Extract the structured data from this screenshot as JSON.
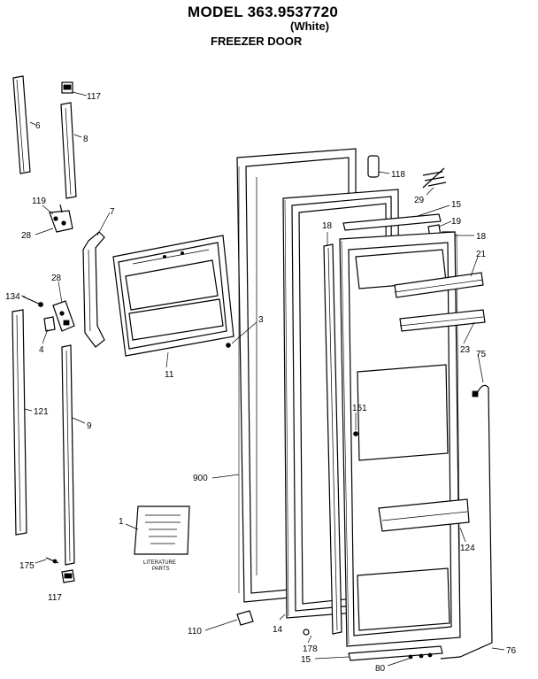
{
  "header": {
    "model": "MODEL 363.9537720",
    "color": "(White)",
    "section": "FREEZER DOOR"
  },
  "callouts": [
    {
      "id": "c6",
      "text": "6"
    },
    {
      "id": "c117a",
      "text": "117"
    },
    {
      "id": "c8",
      "text": "8"
    },
    {
      "id": "c119",
      "text": "119"
    },
    {
      "id": "c28a",
      "text": "28"
    },
    {
      "id": "c7",
      "text": "7"
    },
    {
      "id": "c134",
      "text": "134"
    },
    {
      "id": "c28b",
      "text": "28"
    },
    {
      "id": "c4",
      "text": "4"
    },
    {
      "id": "c121",
      "text": "121"
    },
    {
      "id": "c9",
      "text": "9"
    },
    {
      "id": "c11",
      "text": "11"
    },
    {
      "id": "c3",
      "text": "3"
    },
    {
      "id": "c118",
      "text": "118"
    },
    {
      "id": "c29",
      "text": "29"
    },
    {
      "id": "c15a",
      "text": "15"
    },
    {
      "id": "c19",
      "text": "19"
    },
    {
      "id": "c18a",
      "text": "18"
    },
    {
      "id": "c18b",
      "text": "18"
    },
    {
      "id": "c21",
      "text": "21"
    },
    {
      "id": "c23",
      "text": "23"
    },
    {
      "id": "c75",
      "text": "75"
    },
    {
      "id": "c151",
      "text": "151"
    },
    {
      "id": "c900",
      "text": "900"
    },
    {
      "id": "c1",
      "text": "1"
    },
    {
      "id": "c124",
      "text": "124"
    },
    {
      "id": "c175",
      "text": "175"
    },
    {
      "id": "c117b",
      "text": "117"
    },
    {
      "id": "c110",
      "text": "110"
    },
    {
      "id": "c14",
      "text": "14"
    },
    {
      "id": "c178",
      "text": "178"
    },
    {
      "id": "c15b",
      "text": "15"
    },
    {
      "id": "c80",
      "text": "80"
    },
    {
      "id": "c76",
      "text": "76"
    }
  ],
  "literature_label": [
    "LITERATURE",
    "PARTS"
  ]
}
